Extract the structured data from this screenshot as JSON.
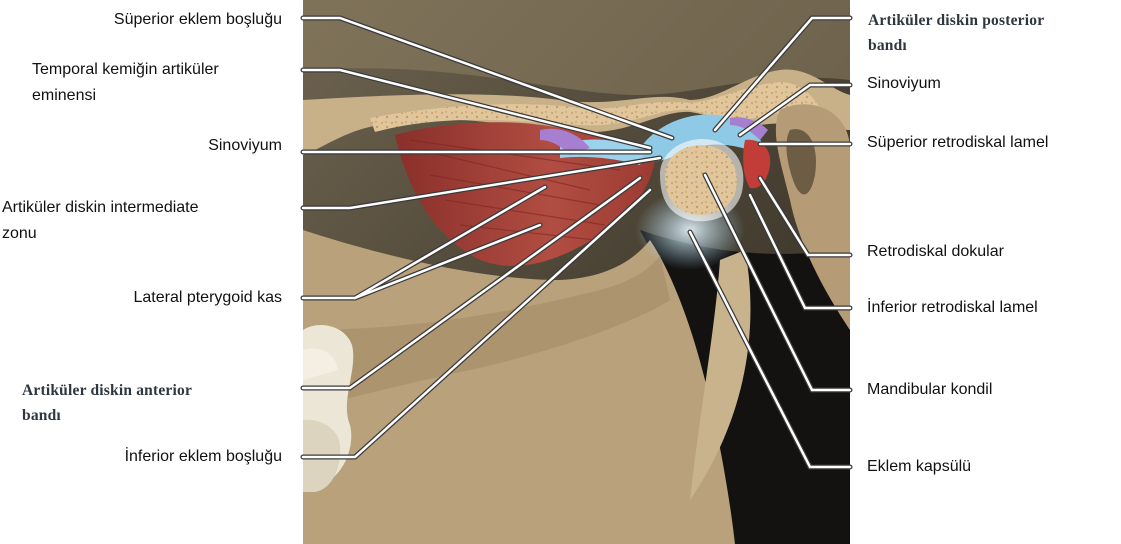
{
  "colors": {
    "background": "#4a4438",
    "bone": "#c8b089",
    "marrow": "#e0c497",
    "muscle": "#a8433a",
    "disc": "#8ec9e6",
    "synovium": "#a77fd0",
    "retrodiscal": "#c23d38",
    "leader": "#ffffff",
    "tooth": "#ece6d6"
  },
  "labels_left": {
    "superior_joint_space": "Süperior eklem boşluğu",
    "temporal_eminence_line1": "Temporal kemiğin artiküler",
    "temporal_eminence_line2": "eminensi",
    "synovium_left": "Sinoviyum",
    "intermediate_zone_line1": "Artiküler diskin intermediate",
    "intermediate_zone_line2": "zonu",
    "lateral_pterygoid": "Lateral pterygoid kas",
    "anterior_band_line1": "Artiküler  diskin anterior",
    "anterior_band_line2": "bandı",
    "inferior_joint_space": "İnferior eklem boşluğu"
  },
  "labels_right": {
    "posterior_band_line1": "Artiküler  diskin posterior",
    "posterior_band_line2": "bandı",
    "synovium_right": "Sinoviyum",
    "superior_retrodiscal_lamina": "Süperior retrodiskal lamel",
    "retrodiscal_tissue": "Retrodiskal dokular",
    "inferior_retrodiscal_lamina": "İnferior retrodiskal lamel",
    "mandibular_condyle": "Mandibular kondil",
    "joint_capsule": "Eklem kapsülü"
  }
}
